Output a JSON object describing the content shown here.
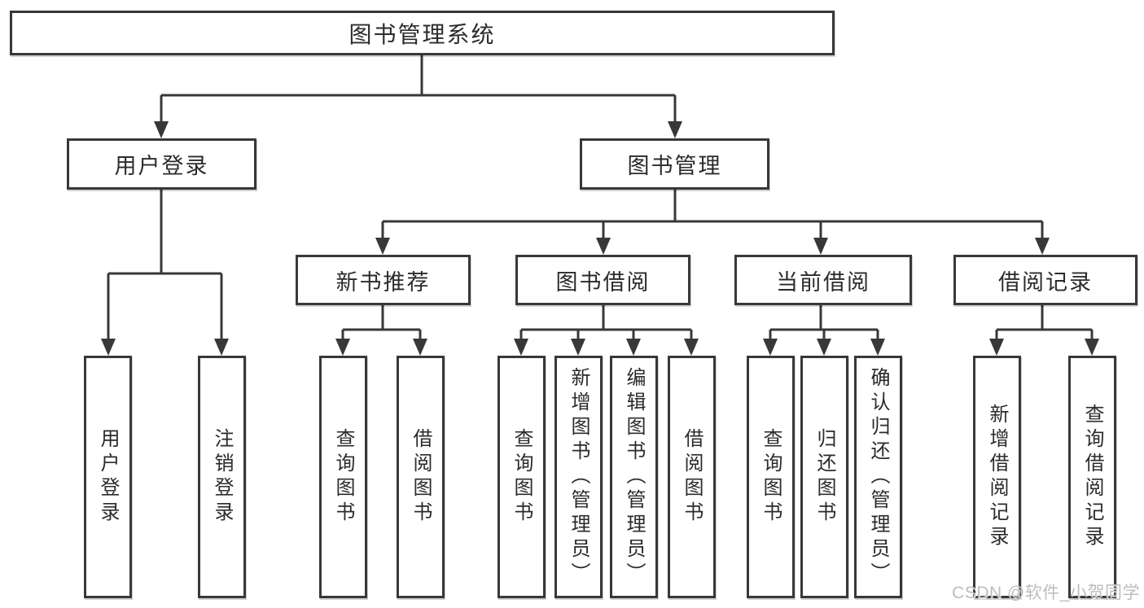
{
  "tree": {
    "root": {
      "label": "图书管理系统",
      "children": [
        {
          "label": "用户登录",
          "children": [
            {
              "label": "用户登录"
            },
            {
              "label": "注销登录"
            }
          ]
        },
        {
          "label": "图书管理",
          "children": [
            {
              "label": "新书推荐",
              "children": [
                {
                  "label": "查询图书"
                },
                {
                  "label": "借阅图书"
                }
              ]
            },
            {
              "label": "图书借阅",
              "children": [
                {
                  "label": "查询图书"
                },
                {
                  "label": "新增图书（管理员）"
                },
                {
                  "label": "编辑图书（管理员）"
                },
                {
                  "label": "借阅图书"
                }
              ]
            },
            {
              "label": "当前借阅",
              "children": [
                {
                  "label": "查询图书"
                },
                {
                  "label": "归还图书"
                },
                {
                  "label": "确认归还（管理员）"
                }
              ]
            },
            {
              "label": "借阅记录",
              "children": [
                {
                  "label": "新增借阅记录"
                },
                {
                  "label": "查询借阅记录"
                }
              ]
            }
          ]
        }
      ]
    }
  },
  "watermark": {
    "text": "CSDN @软件_小贺同学"
  },
  "colors": {
    "line": "#383838",
    "box_border": "#383838",
    "box_fill": "#ffffff",
    "text": "#2b2b2b",
    "watermark": "#bdbdbd",
    "background": "#ffffff"
  }
}
